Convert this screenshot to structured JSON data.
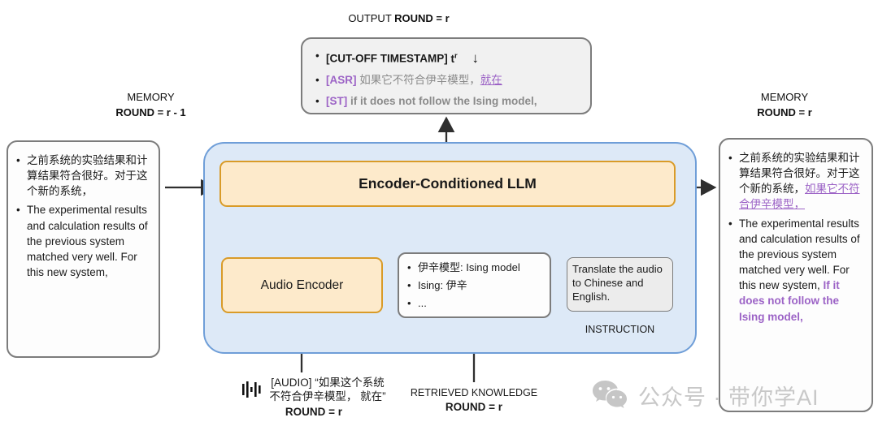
{
  "output_section": {
    "label_plain": "OUTPUT ",
    "label_bold": "ROUND = r",
    "cutoff_tag": "[CUT-OFF TIMESTAMP]",
    "cutoff_var": "t",
    "cutoff_sup": "r",
    "cutoff_arrow": "↓",
    "asr_tag": "[ASR]",
    "asr_gray": "如果它不符合伊辛模型，",
    "asr_new": "就在",
    "st_tag": "[ST]",
    "st_text": "if it does not follow the Ising model,"
  },
  "memory_left": {
    "title": "MEMORY",
    "round": "ROUND = r - 1",
    "bullet_zh": "之前系统的实验结果和计算结果符合很好。对于这个新的系统，",
    "bullet_en": "The experimental results and calculation results of the previous system matched very well. For this new system,"
  },
  "memory_right": {
    "title": "MEMORY",
    "round": "ROUND = r",
    "bullet_zh": "之前系统的实验结果和计算结果符合很好。对于这个新的系统，",
    "bullet_zh_new": "如果它不符合伊辛模型，",
    "bullet_en": "The experimental results and calculation results of the previous system matched very well. For this new system, ",
    "bullet_en_new": "If it does not follow the Ising model,"
  },
  "core": {
    "llm_title": "Encoder-Conditioned LLM",
    "audio_encoder_title": "Audio Encoder",
    "knowledge_items": [
      "伊辛模型: Ising model",
      "Ising: 伊辛",
      "..."
    ],
    "instruction_text": "Translate the audio to Chinese and English.",
    "instruction_label": "INSTRUCTION"
  },
  "audio_input": {
    "line1": "[AUDIO] “如果这个系统",
    "line2": "不符合伊辛模型， 就在”",
    "round": "ROUND = r"
  },
  "retrieved": {
    "label": "RETRIEVED KNOWLEDGE",
    "round": "ROUND = r"
  },
  "watermark": {
    "text": "公众号 · 带你学AI"
  },
  "colors": {
    "purple": "#9c63c6",
    "gray_text": "#8a8a8a",
    "peach_bg": "#fdeacb",
    "peach_border": "#d99b28",
    "blue_bg": "#dde9f7",
    "blue_border": "#6f9ed8"
  }
}
